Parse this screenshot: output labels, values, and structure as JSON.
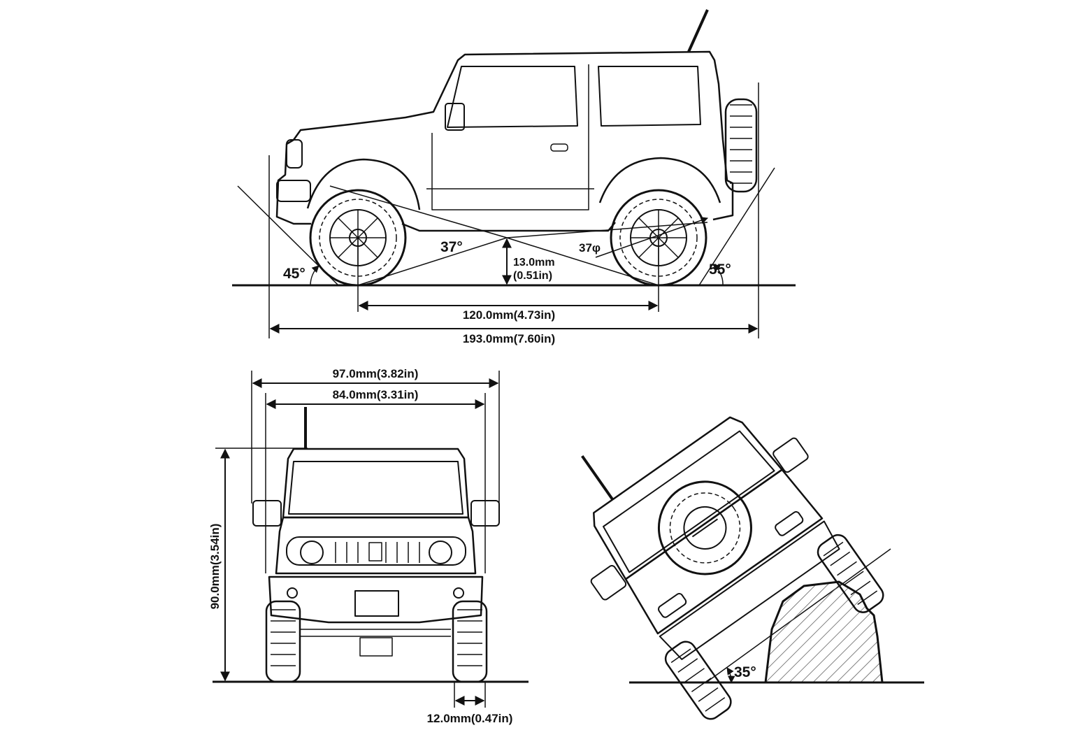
{
  "side_view": {
    "wheelbase_label": "120.0mm(4.73in)",
    "overall_length_label": "193.0mm(7.60in)",
    "ground_clearance_label_mm": "13.0mm",
    "ground_clearance_label_in": "(0.51in)",
    "approach_angle": "45°",
    "departure_angle": "55°",
    "breakover_angle": "37°",
    "tire_label": "37φ"
  },
  "front_view": {
    "overall_width_label": "97.0mm(3.82in)",
    "body_width_label": "84.0mm(3.31in)",
    "height_label": "90.0mm(3.54in)",
    "tire_width_label": "12.0mm(0.47in)"
  },
  "tilt_view": {
    "side_slope_angle": "35°"
  },
  "colors": {
    "line": "#111111",
    "background": "#ffffff",
    "hatch": "#555555"
  }
}
